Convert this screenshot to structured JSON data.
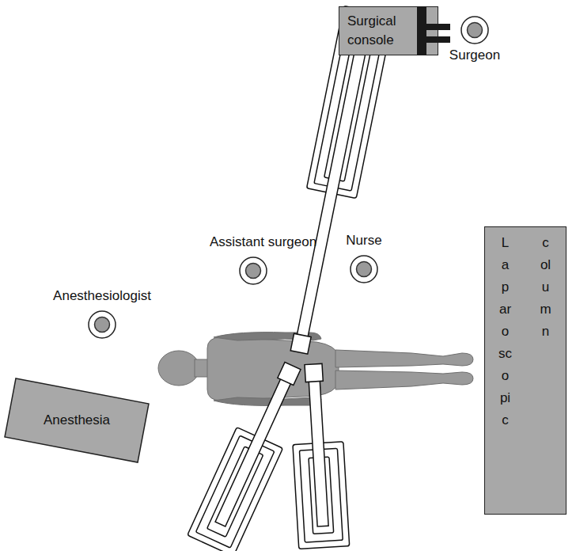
{
  "diagram": {
    "nodes": [
      {
        "text": [
          "Surgical console"
        ]
      },
      {
        "text": [
          "Surgeon"
        ]
      },
      {
        "text": [
          "Assistant surgeon"
        ]
      },
      {
        "text": [
          "Nurse"
        ]
      },
      {
        "text": [
          "Anesthesiologist"
        ]
      },
      {
        "text": [
          "Laparoscopic column"
        ]
      },
      {
        "text": [
          "Anesthesia"
        ]
      }
    ],
    "edges": []
  }
}
